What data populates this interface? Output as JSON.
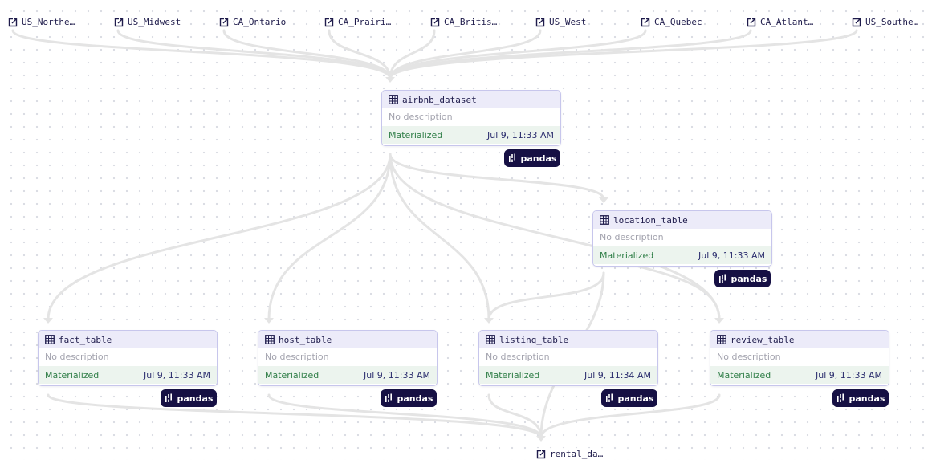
{
  "sources": [
    {
      "label": "US_Northe…",
      "icon": "external-link-icon"
    },
    {
      "label": "US_Midwest",
      "icon": "external-link-icon"
    },
    {
      "label": "CA_Ontario",
      "icon": "external-link-icon"
    },
    {
      "label": "CA_Prairi…",
      "icon": "external-link-icon"
    },
    {
      "label": "CA_Britis…",
      "icon": "external-link-icon"
    },
    {
      "label": "US_West",
      "icon": "external-link-icon"
    },
    {
      "label": "CA_Quebec",
      "icon": "external-link-icon"
    },
    {
      "label": "CA_Atlant…",
      "icon": "external-link-icon"
    },
    {
      "label": "US_Southe…",
      "icon": "external-link-icon"
    }
  ],
  "nodes": {
    "airbnb_dataset": {
      "title": "airbnb_dataset",
      "description": "No description",
      "status": "Materialized",
      "timestamp": "Jul 9, 11:33 AM",
      "kind": "pandas"
    },
    "location_table": {
      "title": "location_table",
      "description": "No description",
      "status": "Materialized",
      "timestamp": "Jul 9, 11:33 AM",
      "kind": "pandas"
    },
    "fact_table": {
      "title": "fact_table",
      "description": "No description",
      "status": "Materialized",
      "timestamp": "Jul 9, 11:33 AM",
      "kind": "pandas"
    },
    "host_table": {
      "title": "host_table",
      "description": "No description",
      "status": "Materialized",
      "timestamp": "Jul 9, 11:33 AM",
      "kind": "pandas"
    },
    "listing_table": {
      "title": "listing_table",
      "description": "No description",
      "status": "Materialized",
      "timestamp": "Jul 9, 11:34 AM",
      "kind": "pandas"
    },
    "review_table": {
      "title": "review_table",
      "description": "No description",
      "status": "Materialized",
      "timestamp": "Jul 9, 11:33 AM",
      "kind": "pandas"
    }
  },
  "sink": {
    "label": "rental_da…",
    "icon": "external-link-icon"
  },
  "colors": {
    "edge": "#e4e4e4",
    "node_border": "#c7c6ec",
    "header_bg": "#ecebf9",
    "materialized": "#2e7d46",
    "badge_bg": "#161044"
  }
}
